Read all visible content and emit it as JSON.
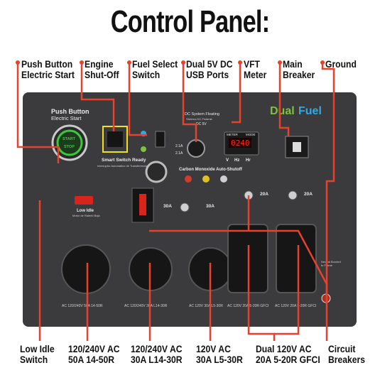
{
  "title": "Control Panel:",
  "callouts_top": {
    "push_button": "Push Button\nElectric Start",
    "engine_shutoff": "Engine\nShut-Off",
    "fuel_select": "Fuel Select\nSwitch",
    "usb_ports": "Dual 5V DC\nUSB Ports",
    "vft_meter": "VFT\nMeter",
    "main_breaker": "Main\nBreaker",
    "ground": "Ground"
  },
  "callouts_bottom": {
    "low_idle": "Low Idle\nSwitch",
    "outlet_50a": "120/240V AC\n50A 14-50R",
    "outlet_30a_l14": "120/240V AC\n30A L14-30R",
    "outlet_30a_l5": "120V AC\n30A L5-30R",
    "gfci": "Dual 120V AC\n20A 5-20R GFCI",
    "breakers": "Circuit\nBreakers"
  },
  "panel": {
    "push_button_title": "Push Button",
    "push_button_sub": "Electric Start",
    "start_label": "START",
    "stop_label": "STOP",
    "smart_switch": "Smart Switch Ready",
    "smart_switch_es": "Interruptor Automático de Transferencia",
    "dc_floating": "DC System Floating",
    "dc_floating_es": "Sistema DC Flotante",
    "dc_5v": "DC 5V",
    "usb_2_1a_top": "2.1A",
    "usb_2_1a_bottom": "2.1A",
    "dual_word": "Dual",
    "fuel_word": "Fuel",
    "meter_label": "METER",
    "mode_label": "MODE",
    "meter_value": "0240",
    "meter_units": [
      "V",
      "Hz",
      "Hr"
    ],
    "co_shutoff": "Carbon Monoxide Auto-Shutoff",
    "low_idle": "Low Idle",
    "low_idle_es": "Motor de Ralentí Bajo",
    "breaker_30a_a": "30A",
    "breaker_30a_b": "30A",
    "breaker_20a_a": "20A",
    "breaker_20a_b": "20A",
    "ground_txt": "Neutral Bonded\nto Frame",
    "outlets": [
      "AC 120/240V 50A 14-50R",
      "AC 120/240V 30A L14-30R",
      "AC 120V 30A L5-30R",
      "AC 120V 20A 5-20R GFCI",
      "AC 120V 20A 5-20R GFCI"
    ]
  },
  "colors": {
    "accent": "#e8412c",
    "panel": "#3b3b3d",
    "dual_fuel_green": "#7fc241",
    "dual_fuel_blue": "#35a8e0",
    "start_green": "#3ec63e",
    "meter_red": "#ff2a1a"
  }
}
